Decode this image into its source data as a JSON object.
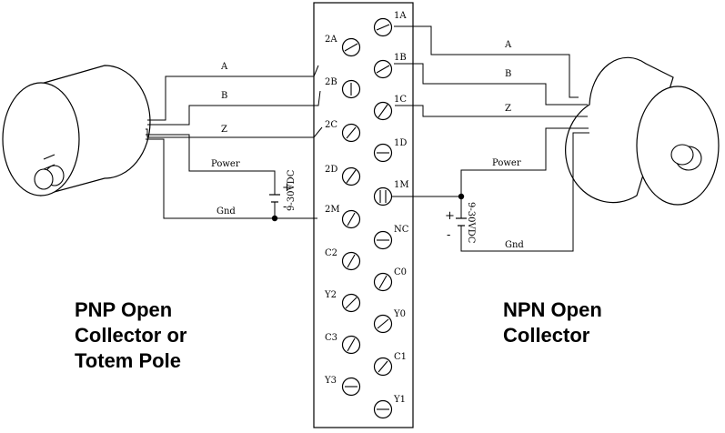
{
  "left_encoder": {
    "caption_lines": [
      "PNP Open",
      "Collector or",
      "Totem Pole"
    ],
    "wires": [
      "A",
      "B",
      "Z",
      "Power",
      "Gnd"
    ],
    "supply_label": "9-30VDC",
    "plus": "+",
    "minus": "-"
  },
  "right_encoder": {
    "caption_lines": [
      "NPN Open",
      "Collector"
    ],
    "wires": [
      "A",
      "B",
      "Z",
      "Power",
      "Gnd"
    ],
    "supply_label": "9-30VDC",
    "plus": "+",
    "minus": "-"
  },
  "terminal_block": {
    "right_column": [
      "1A",
      "1B",
      "1C",
      "1D",
      "1M",
      "NC",
      "C0",
      "Y0",
      "C1",
      "Y1"
    ],
    "left_column": [
      "2A",
      "2B",
      "2C",
      "2D",
      "2M",
      "C2",
      "Y2",
      "C3",
      "Y3"
    ]
  }
}
